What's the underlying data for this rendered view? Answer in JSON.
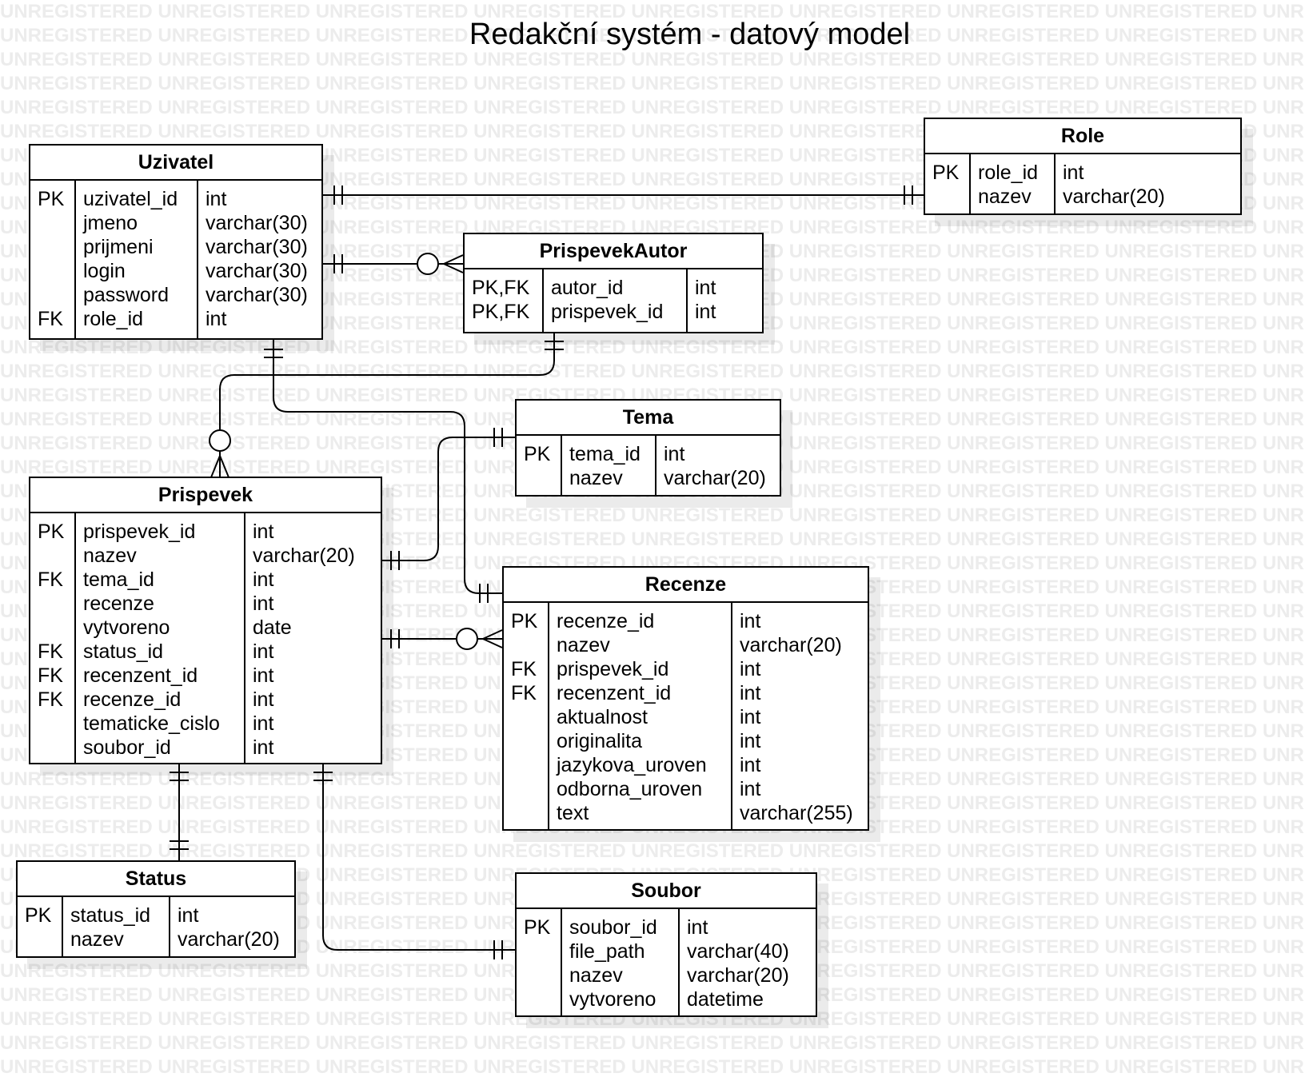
{
  "title": "Redakční systém - datový model",
  "watermark_text": "UNREGISTERED",
  "colors": {
    "line": "#000000",
    "watermark": "#ececec",
    "shadow": "rgba(0,0,0,0.08)"
  },
  "entities": {
    "uzivatel": {
      "name": "Uzivatel",
      "rows": [
        {
          "key": "PK",
          "field": "uzivatel_id",
          "type": "int"
        },
        {
          "key": "",
          "field": "jmeno",
          "type": "varchar(30)"
        },
        {
          "key": "",
          "field": "prijmeni",
          "type": "varchar(30)"
        },
        {
          "key": "",
          "field": "login",
          "type": "varchar(30)"
        },
        {
          "key": "",
          "field": "password",
          "type": "varchar(30)"
        },
        {
          "key": "FK",
          "field": "role_id",
          "type": "int"
        }
      ]
    },
    "role": {
      "name": "Role",
      "rows": [
        {
          "key": "PK",
          "field": "role_id",
          "type": "int"
        },
        {
          "key": "",
          "field": "nazev",
          "type": "varchar(20)"
        }
      ]
    },
    "prispevekautor": {
      "name": "PrispevekAutor",
      "rows": [
        {
          "key": "PK,FK",
          "field": "autor_id",
          "type": "int"
        },
        {
          "key": "PK,FK",
          "field": "prispevek_id",
          "type": "int"
        }
      ]
    },
    "tema": {
      "name": "Tema",
      "rows": [
        {
          "key": "PK",
          "field": "tema_id",
          "type": "int"
        },
        {
          "key": "",
          "field": "nazev",
          "type": "varchar(20)"
        }
      ]
    },
    "prispevek": {
      "name": "Prispevek",
      "rows": [
        {
          "key": "PK",
          "field": "prispevek_id",
          "type": "int"
        },
        {
          "key": "",
          "field": "nazev",
          "type": "varchar(20)"
        },
        {
          "key": "FK",
          "field": "tema_id",
          "type": "int"
        },
        {
          "key": "",
          "field": "recenze",
          "type": "int"
        },
        {
          "key": "",
          "field": "vytvoreno",
          "type": "date"
        },
        {
          "key": "FK",
          "field": "status_id",
          "type": "int"
        },
        {
          "key": "FK",
          "field": "recenzent_id",
          "type": "int"
        },
        {
          "key": "FK",
          "field": "recenze_id",
          "type": "int"
        },
        {
          "key": "",
          "field": "tematicke_cislo",
          "type": "int"
        },
        {
          "key": "",
          "field": "soubor_id",
          "type": "int"
        }
      ]
    },
    "recenze": {
      "name": "Recenze",
      "rows": [
        {
          "key": "PK",
          "field": "recenze_id",
          "type": "int"
        },
        {
          "key": "",
          "field": "nazev",
          "type": "varchar(20)"
        },
        {
          "key": "FK",
          "field": "prispevek_id",
          "type": "int"
        },
        {
          "key": "FK",
          "field": "recenzent_id",
          "type": "int"
        },
        {
          "key": "",
          "field": "aktualnost",
          "type": "int"
        },
        {
          "key": "",
          "field": "originalita",
          "type": "int"
        },
        {
          "key": "",
          "field": "jazykova_uroven",
          "type": "int"
        },
        {
          "key": "",
          "field": "odborna_uroven",
          "type": "int"
        },
        {
          "key": "",
          "field": "text",
          "type": "varchar(255)"
        }
      ]
    },
    "status": {
      "name": "Status",
      "rows": [
        {
          "key": "PK",
          "field": "status_id",
          "type": "int"
        },
        {
          "key": "",
          "field": "nazev",
          "type": "varchar(20)"
        }
      ]
    },
    "soubor": {
      "name": "Soubor",
      "rows": [
        {
          "key": "PK",
          "field": "soubor_id",
          "type": "int"
        },
        {
          "key": "",
          "field": "file_path",
          "type": "varchar(40)"
        },
        {
          "key": "",
          "field": "nazev",
          "type": "varchar(20)"
        },
        {
          "key": "",
          "field": "vytvoreno",
          "type": "datetime"
        }
      ]
    }
  },
  "relationships": [
    {
      "from": "Uzivatel",
      "to": "Role",
      "from_end": "one-and-only-one",
      "to_end": "one-and-only-one"
    },
    {
      "from": "Uzivatel",
      "to": "PrispevekAutor",
      "from_end": "one-and-only-one",
      "to_end": "zero-or-many"
    },
    {
      "from": "PrispevekAutor",
      "to": "Prispevek",
      "from_end": "one-and-only-one",
      "to_end": "zero-or-many"
    },
    {
      "from": "Uzivatel",
      "to": "Recenze",
      "from_end": "one-and-only-one",
      "to_end": "one-and-only-one"
    },
    {
      "from": "Prispevek",
      "to": "Tema",
      "from_end": "one-and-only-one",
      "to_end": "one-and-only-one"
    },
    {
      "from": "Prispevek",
      "to": "Recenze",
      "from_end": "one-and-only-one",
      "to_end": "zero-or-many"
    },
    {
      "from": "Prispevek",
      "to": "Status",
      "from_end": "one-and-only-one",
      "to_end": "one-and-only-one"
    },
    {
      "from": "Prispevek",
      "to": "Soubor",
      "from_end": "one-and-only-one",
      "to_end": "one-and-only-one"
    }
  ]
}
